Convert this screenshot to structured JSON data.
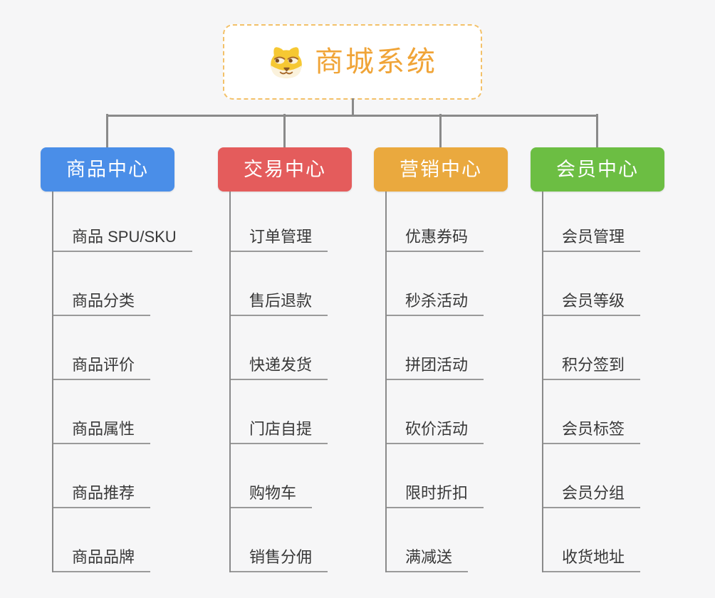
{
  "root": {
    "title": "商城系统",
    "icon": "shiba-dog-icon"
  },
  "branches": [
    {
      "label": "商品中心",
      "color": "#4a8ee8",
      "children": [
        "商品 SPU/SKU",
        "商品分类",
        "商品评价",
        "商品属性",
        "商品推荐",
        "商品品牌"
      ]
    },
    {
      "label": "交易中心",
      "color": "#e45c5c",
      "children": [
        "订单管理",
        "售后退款",
        "快递发货",
        "门店自提",
        "购物车",
        "销售分佣"
      ]
    },
    {
      "label": "营销中心",
      "color": "#eaa93e",
      "children": [
        "优惠券码",
        "秒杀活动",
        "拼团活动",
        "砍价活动",
        "限时折扣",
        "满减送"
      ]
    },
    {
      "label": "会员中心",
      "color": "#6cbe43",
      "children": [
        "会员管理",
        "会员等级",
        "积分签到",
        "会员标签",
        "会员分组",
        "收货地址"
      ]
    }
  ],
  "colors": {
    "background": "#f6f6f7",
    "connector": "#8a8a8a",
    "leaf_underline": "#9a9a9a",
    "leaf_text": "#383838",
    "root_text": "#f0a437",
    "root_border": "#f3c169"
  }
}
